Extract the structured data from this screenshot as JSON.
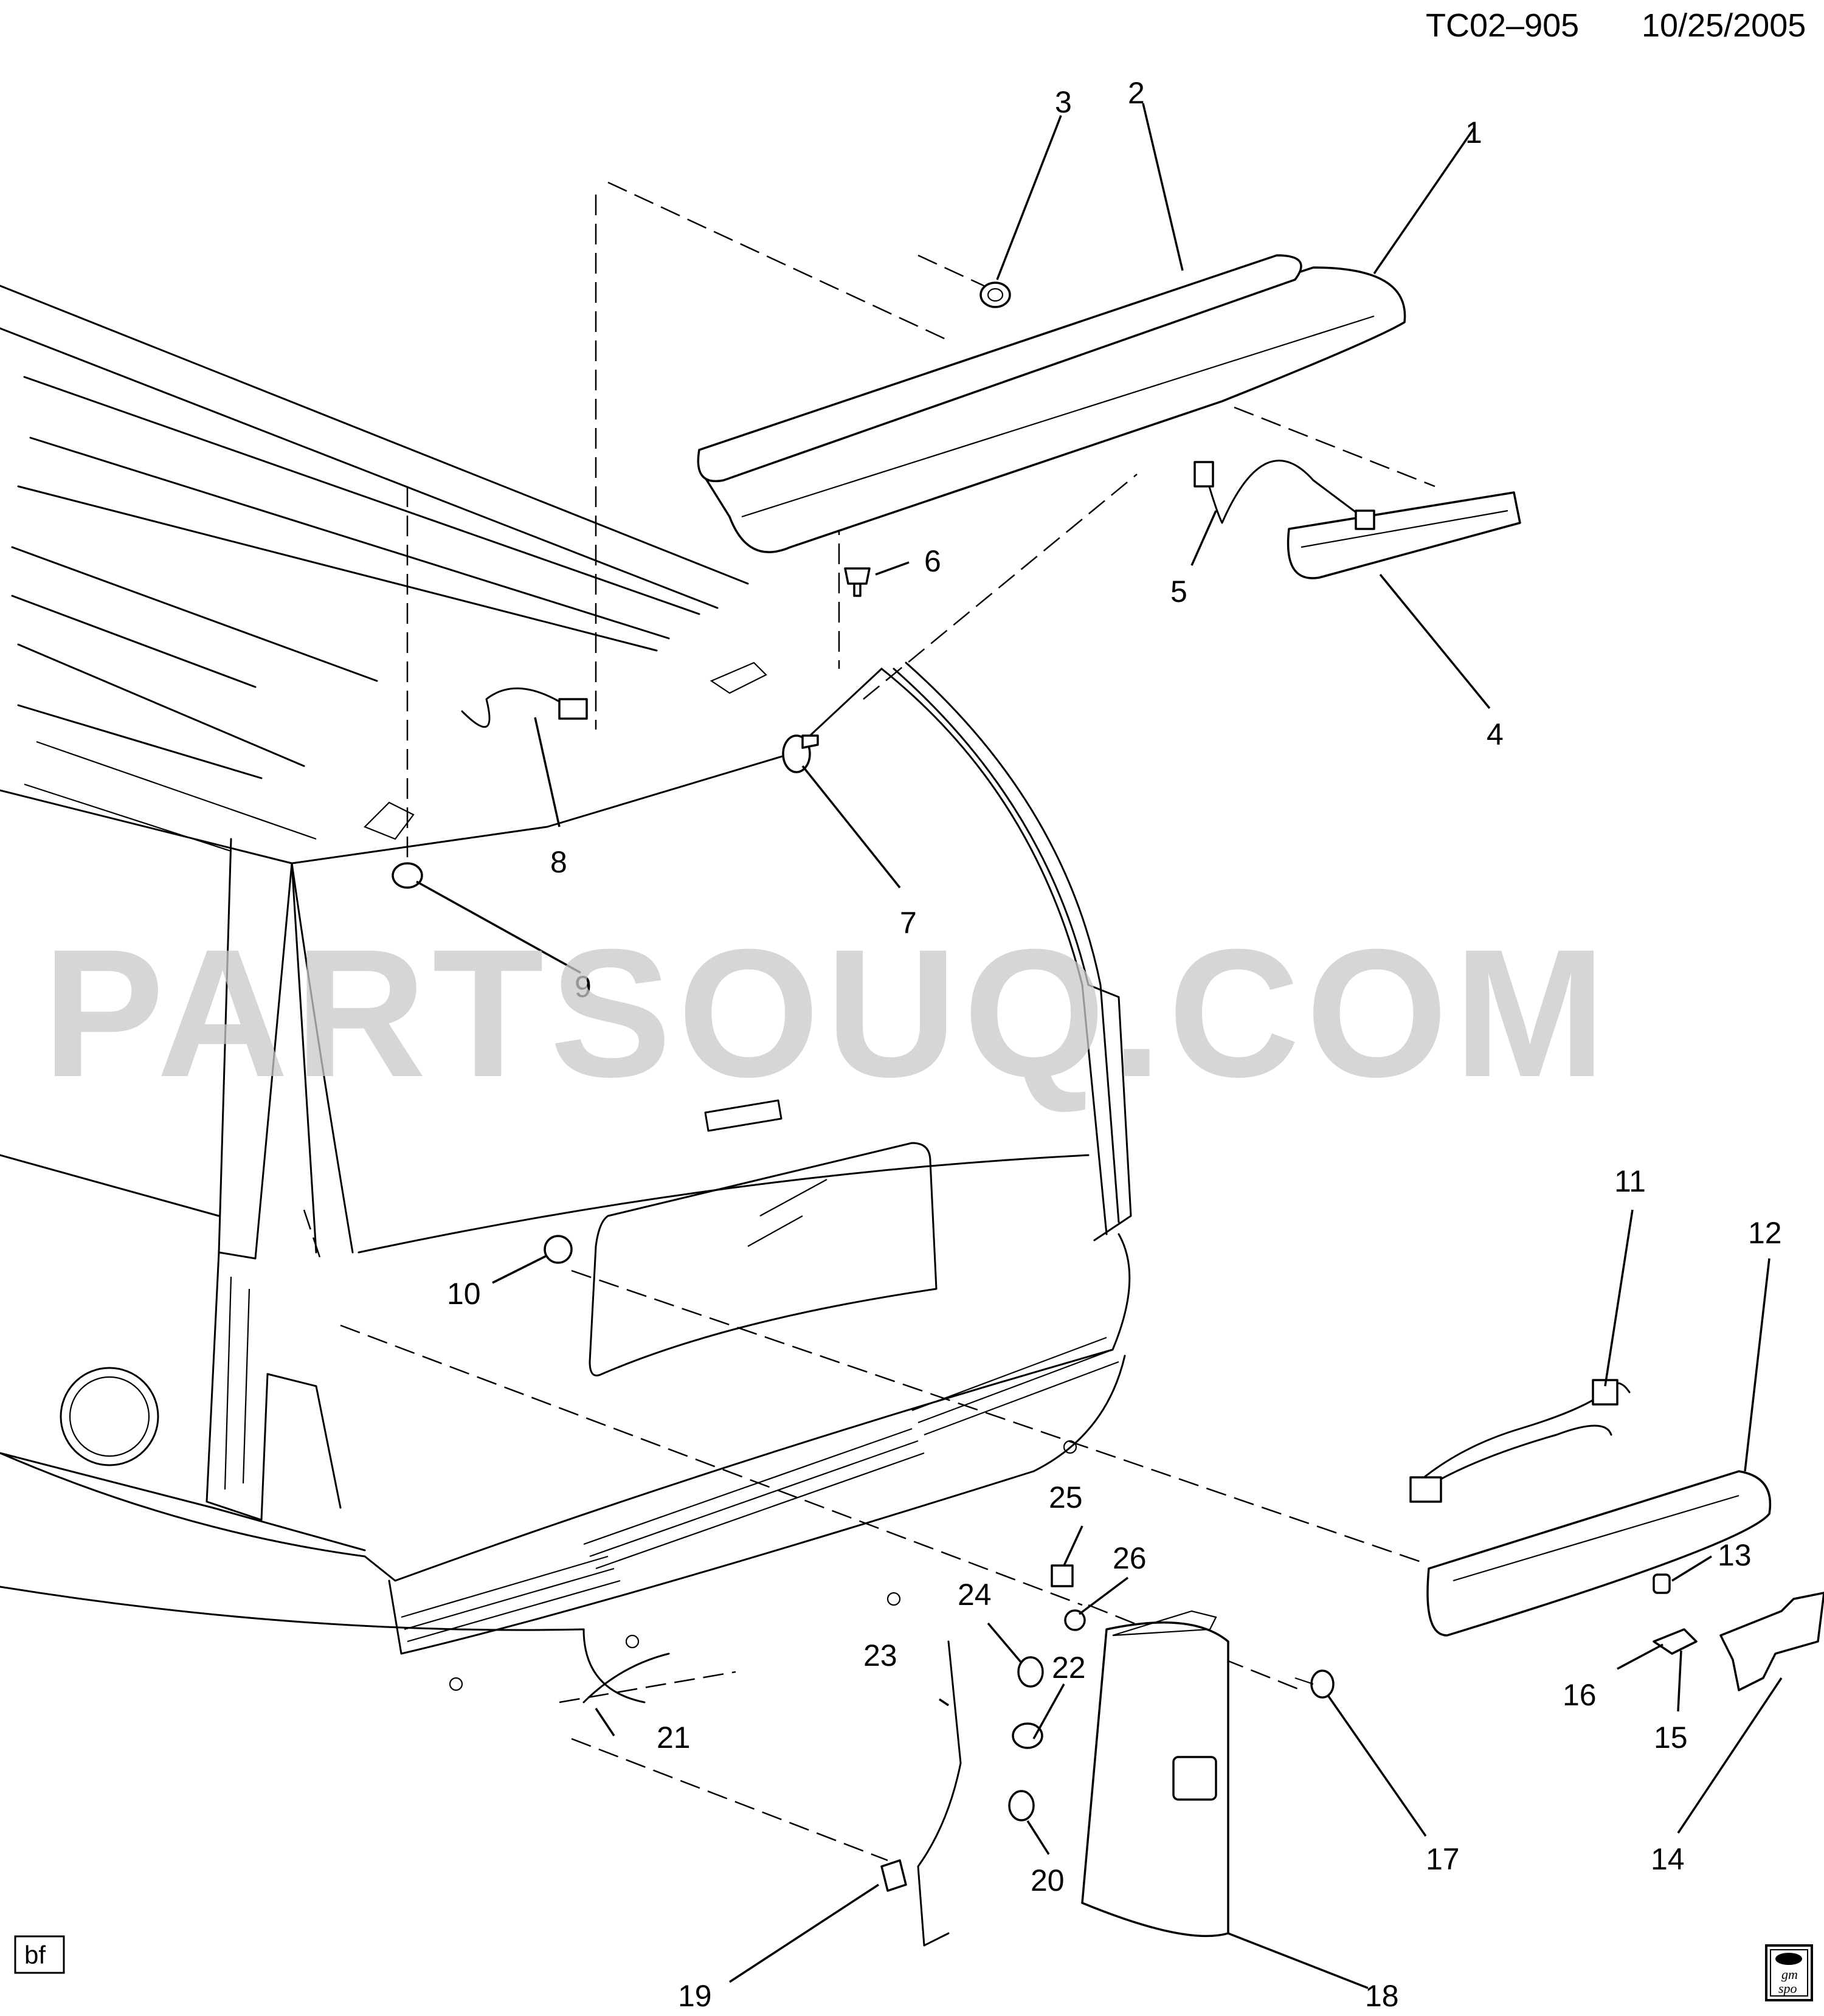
{
  "header": {
    "diagram_id": "TC02–905",
    "date": "10/25/2005"
  },
  "watermark": "PARTSOUQ.COM",
  "footer": {
    "initials": "bf",
    "logo_text": [
      "gm",
      "spo"
    ]
  },
  "callouts": [
    "1",
    "2",
    "3",
    "4",
    "5",
    "6",
    "7",
    "8",
    "9",
    "10",
    "11",
    "12",
    "13",
    "14",
    "15",
    "16",
    "17",
    "18",
    "19",
    "20",
    "21",
    "22",
    "23",
    "24",
    "25",
    "26"
  ]
}
